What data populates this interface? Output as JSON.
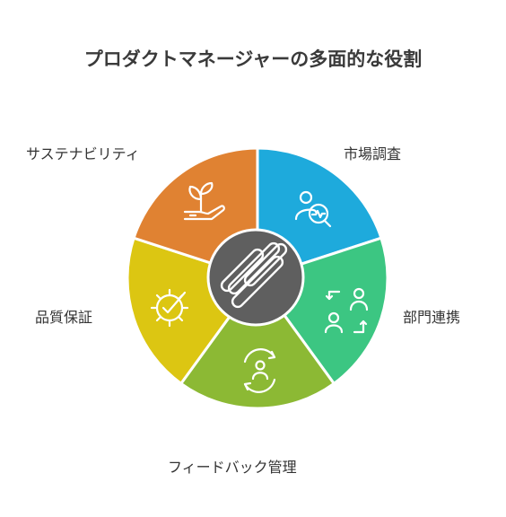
{
  "title": "プロダクトマネージャーの多面的な役割",
  "segments": [
    {
      "label": "市場調査",
      "color": "#1eaadc",
      "icon": "market-research-icon"
    },
    {
      "label": "部門連携",
      "color": "#3cc682",
      "icon": "collaboration-icon"
    },
    {
      "label": "フィードバック管理",
      "color": "#8cb934",
      "icon": "feedback-cycle-icon"
    },
    {
      "label": "品質保証",
      "color": "#dcc612",
      "icon": "quality-gear-check-icon"
    },
    {
      "label": "サステナビリティ",
      "color": "#e08232",
      "icon": "sustainability-plant-icon"
    }
  ],
  "center": {
    "color": "#5f5f5f",
    "icon": "linked-bars-icon"
  }
}
